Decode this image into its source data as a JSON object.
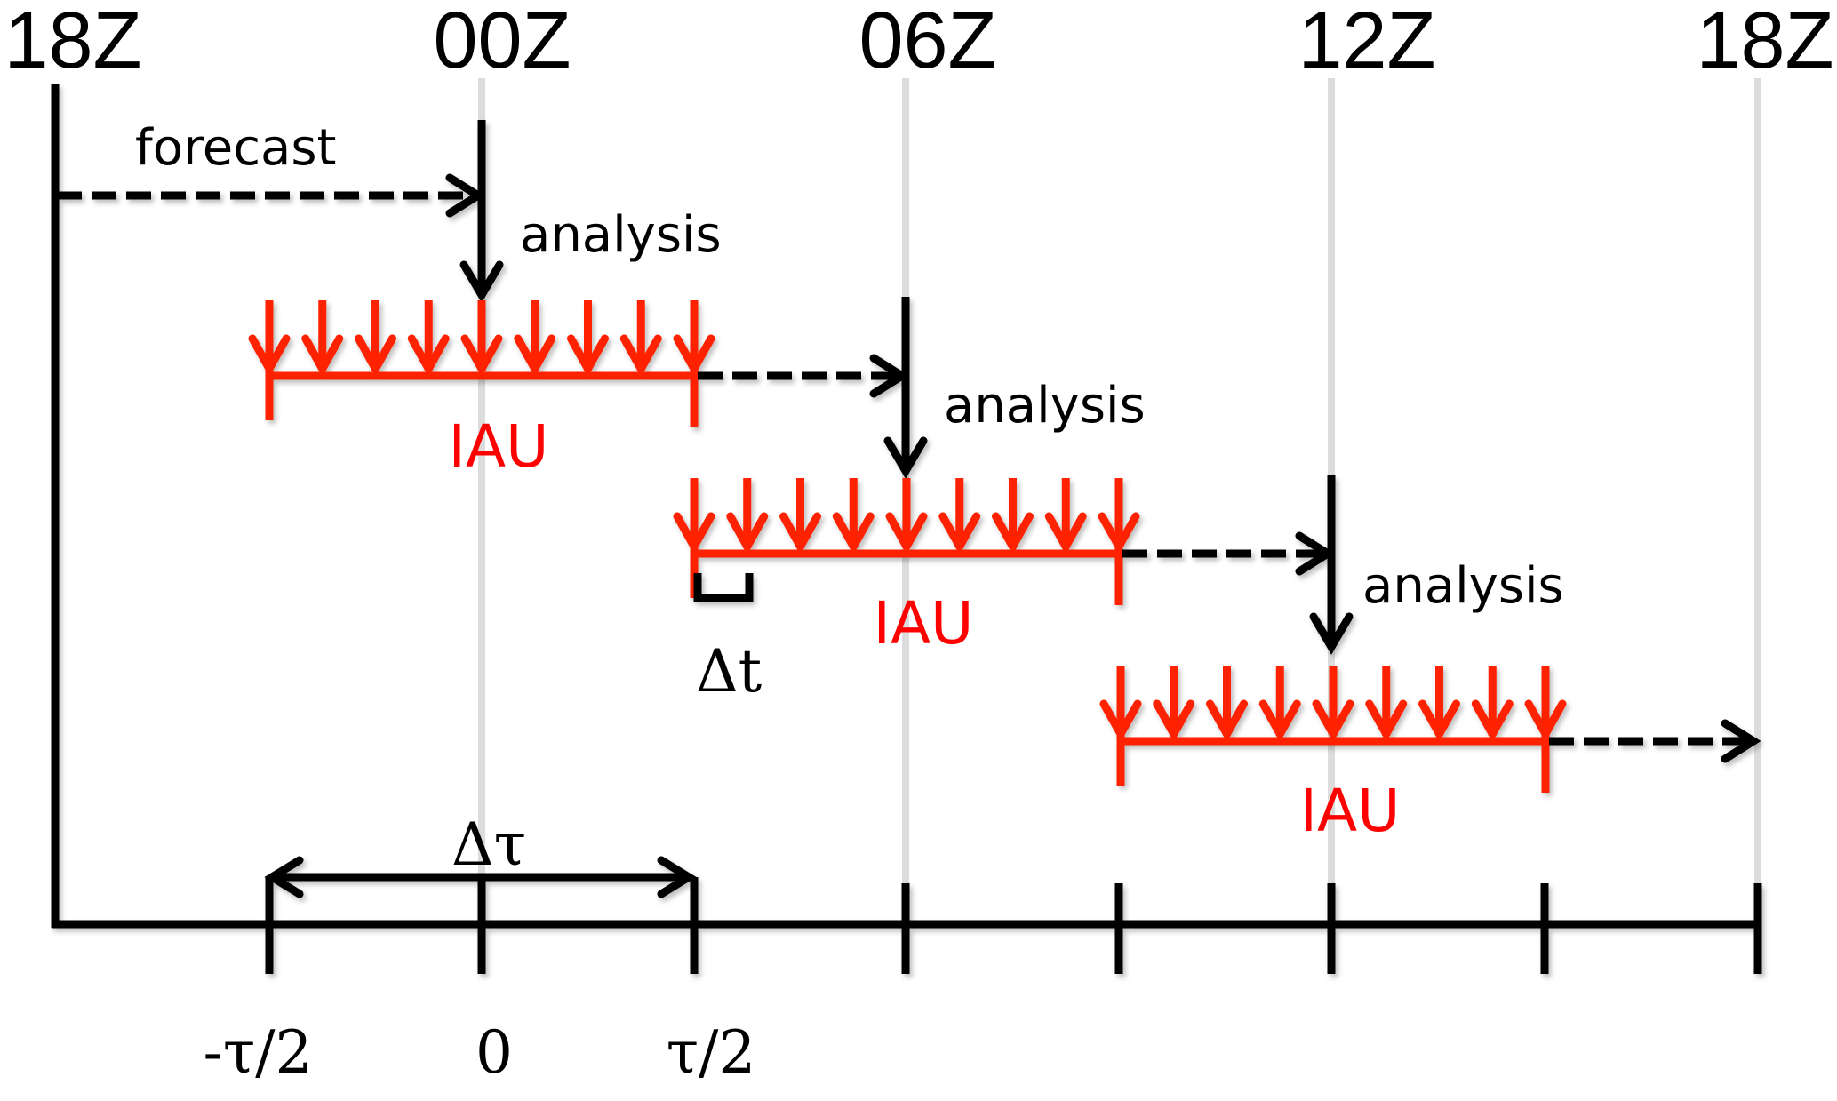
{
  "title": "Incremental Analysis Update (IAU) timeline",
  "time_labels": [
    "18Z",
    "00Z",
    "06Z",
    "12Z",
    "18Z"
  ],
  "forecast_label": "forecast",
  "analysis_label": "analysis",
  "cycles": [
    {
      "analysis_time": "00Z",
      "iau_label": "IAU",
      "increments": 9
    },
    {
      "analysis_time": "06Z",
      "iau_label": "IAU",
      "increments": 9
    },
    {
      "analysis_time": "12Z",
      "iau_label": "IAU",
      "increments": 9
    }
  ],
  "axis": {
    "tick_labels": [
      "-τ/2",
      "0",
      "τ/2"
    ],
    "window_label": "Δτ",
    "step_label": "Δt"
  },
  "colors": {
    "iau": "#ff2200",
    "iau_text": "#ff0000",
    "guide": "#dcdcdc",
    "line": "#000000"
  }
}
